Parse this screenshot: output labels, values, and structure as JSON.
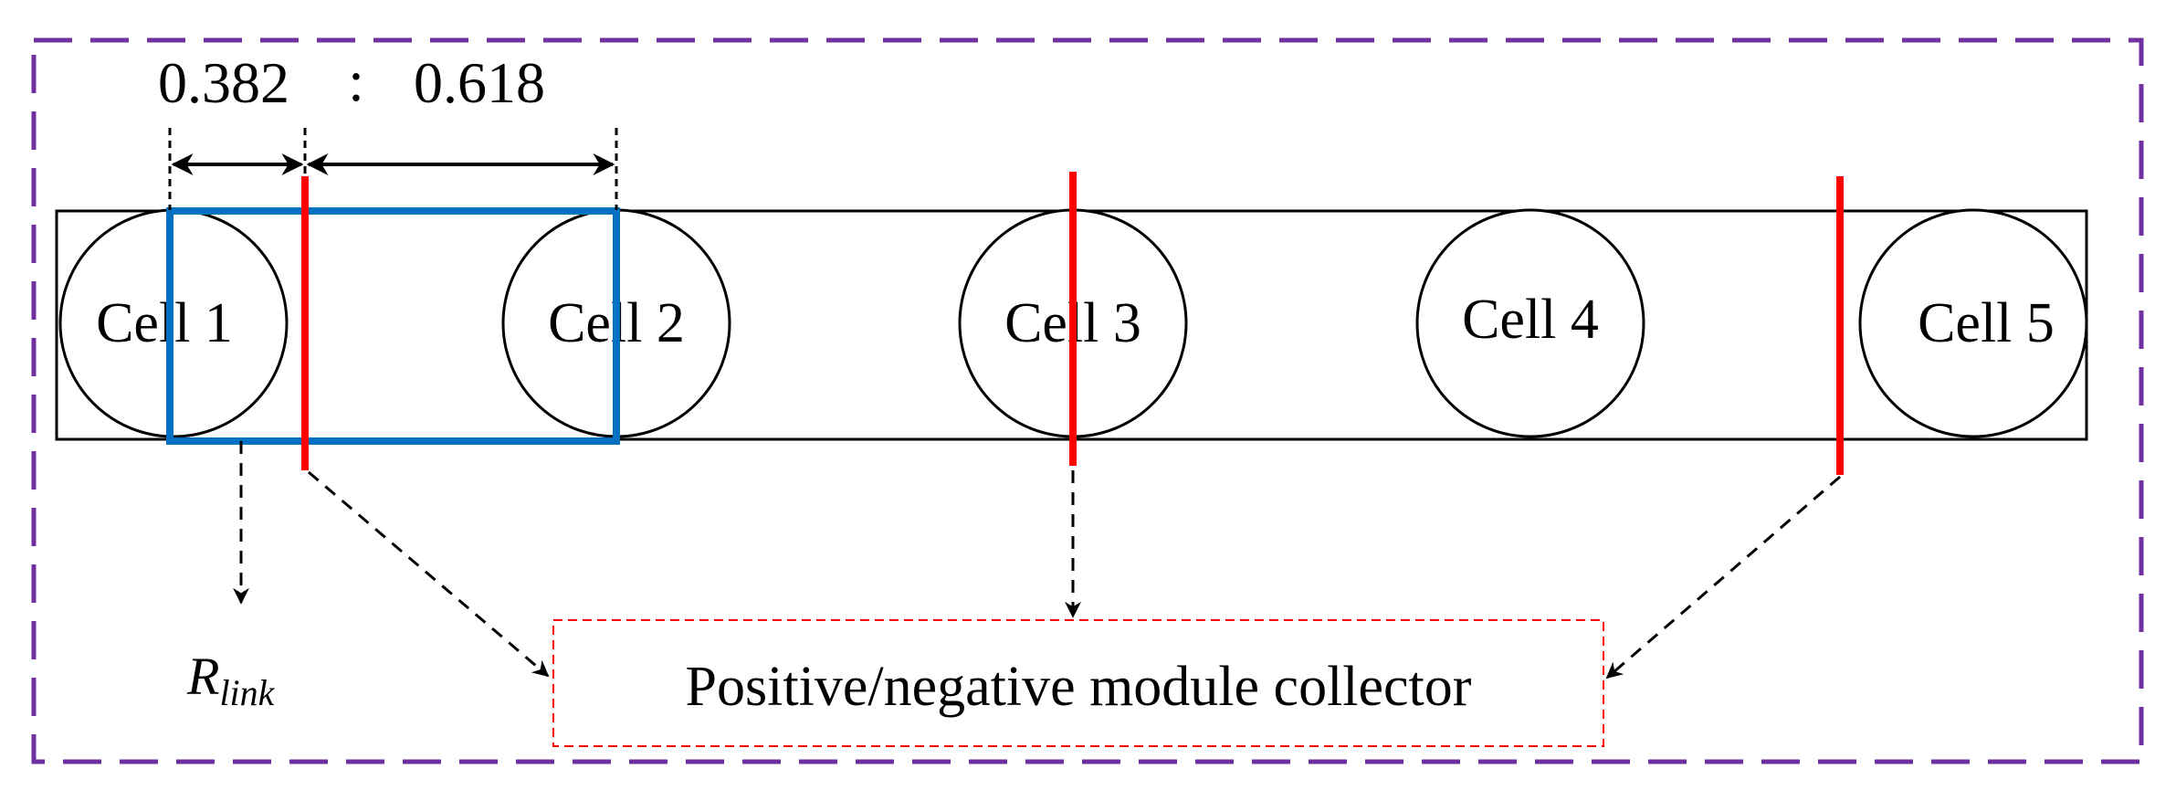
{
  "ratio": {
    "left": "0.382",
    "sep": ":",
    "right": "0.618"
  },
  "cells": [
    {
      "label": "Cell 1"
    },
    {
      "label": "Cell 2"
    },
    {
      "label": "Cell 3"
    },
    {
      "label": "Cell 4"
    },
    {
      "label": "Cell 5"
    }
  ],
  "rlink": {
    "base": "R",
    "sub": "link"
  },
  "collector": {
    "label": "Positive/negative module collector"
  },
  "colors": {
    "outer_border": "#7030A0",
    "highlight_box": "#0070C0",
    "tab": "#FF0000",
    "collector_border": "#FF0000",
    "line": "#000000"
  }
}
